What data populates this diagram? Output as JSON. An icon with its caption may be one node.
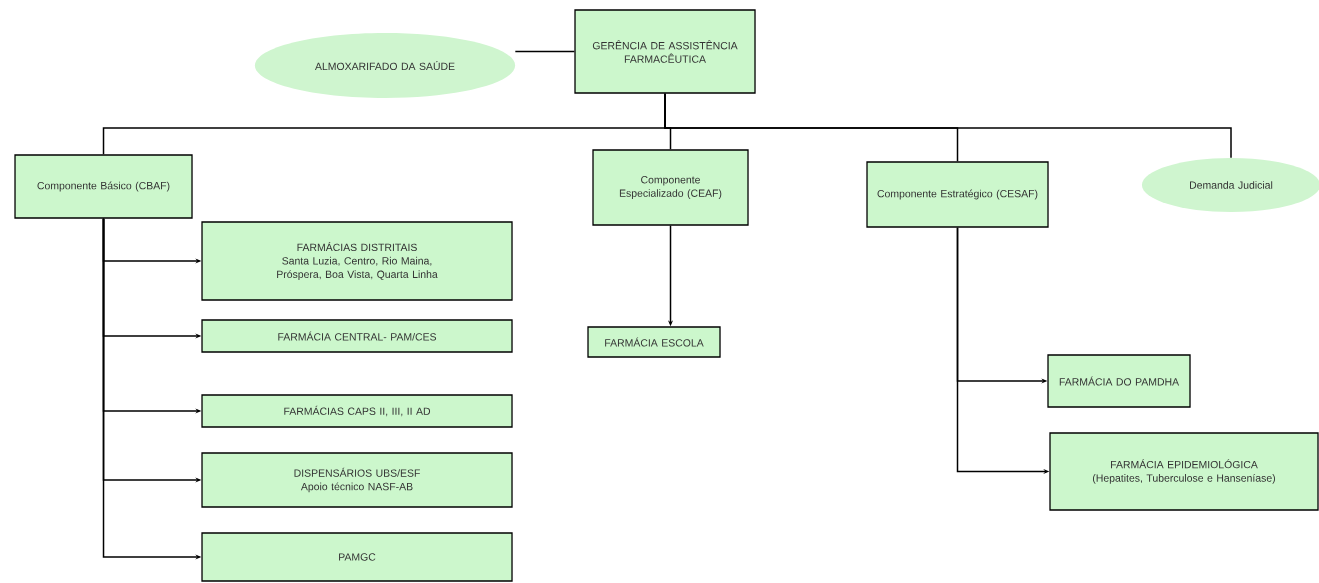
{
  "diagram": {
    "nodes": [
      {
        "text": [
          "ALMOXARIFADO DA SAÚDE"
        ]
      },
      {
        "text": [
          "GERÊNCIA DE ASSISTÊNCIA FARMACÊUTICA"
        ]
      },
      {
        "text": [
          "Componente Básico (CBAF)"
        ]
      },
      {
        "text": [
          "Componente Especializado (CEAF)"
        ]
      },
      {
        "text": [
          "Componente Estratégico (CESAF)"
        ]
      },
      {
        "text": [
          "Demanda Judicial"
        ]
      },
      {
        "text": [
          "FARMÁCIAS DISTRITAIS",
          "Santa Luzia, Centro, Rio Maina, Próspera, Boa Vista, Quarta Linha"
        ]
      },
      {
        "text": [
          "FARMÁCIA CENTRAL- PAM/CES"
        ]
      },
      {
        "text": [
          "FARMÁCIA ESCOLA"
        ]
      },
      {
        "text": [
          "FARMÁCIAS CAPS II, III, II AD"
        ]
      },
      {
        "text": [
          "FARMÁCIA DO PAMDHA"
        ]
      },
      {
        "text": [
          "DISPENSÁRIOS UBS/ESF",
          "Apoio técnico NASF-AB"
        ]
      },
      {
        "text": [
          "FARMÁCIA EPIDEMIOLÓGICA",
          "(Hepatites, Tuberculose e Hanseníase)"
        ]
      },
      {
        "text": [
          "PAMGC"
        ]
      }
    ],
    "edges": [
      {
        "from": 1,
        "to": 0,
        "arrow": "none"
      },
      {
        "from": 1,
        "to": 2,
        "arrow": "none"
      },
      {
        "from": 1,
        "to": 3,
        "arrow": "none"
      },
      {
        "from": 1,
        "to": 4,
        "arrow": "none"
      },
      {
        "from": 1,
        "to": 5,
        "arrow": "none"
      },
      {
        "from": 2,
        "to": 6,
        "arrow": "to"
      },
      {
        "from": 2,
        "to": 7,
        "arrow": "to"
      },
      {
        "from": 2,
        "to": 9,
        "arrow": "to"
      },
      {
        "from": 2,
        "to": 11,
        "arrow": "to"
      },
      {
        "from": 2,
        "to": 13,
        "arrow": "to"
      },
      {
        "from": 3,
        "to": 8,
        "arrow": "to"
      },
      {
        "from": 4,
        "to": 10,
        "arrow": "to"
      },
      {
        "from": 4,
        "to": 12,
        "arrow": "to"
      }
    ]
  }
}
